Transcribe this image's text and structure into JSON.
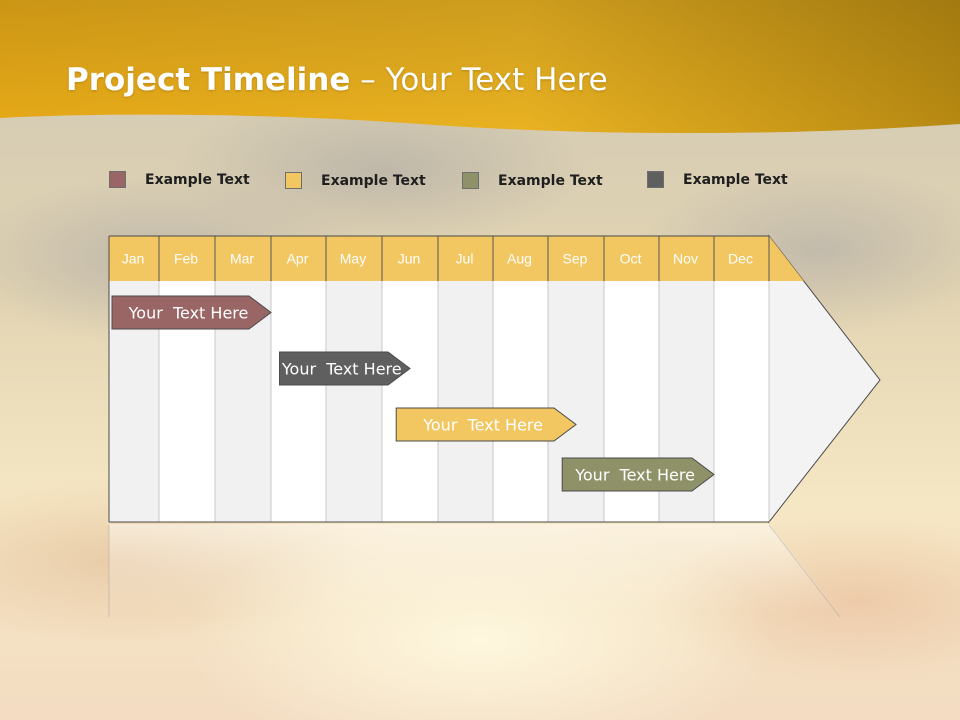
{
  "slide": {
    "title_bold": "Project Timeline",
    "title_rest": " – Your Text Here"
  },
  "legend": [
    {
      "label": "Example Text",
      "color": "#9a6565"
    },
    {
      "label": "Example Text",
      "color": "#f2c761"
    },
    {
      "label": "Example Text",
      "color": "#8f9268"
    },
    {
      "label": "Example Text",
      "color": "#5f5f5f"
    }
  ],
  "timeline": {
    "months": [
      "Jan",
      "Feb",
      "Mar",
      "Apr",
      "May",
      "Jun",
      "Jul",
      "Aug",
      "Sep",
      "Oct",
      "Nov",
      "Dec"
    ],
    "header_color": "#f2c761",
    "tasks": [
      {
        "label": "Your  Text Here",
        "start_month": 1.0,
        "end_month": 4.0,
        "color": "#9a6565"
      },
      {
        "label": "Your  Text Here",
        "start_month": 4.1,
        "end_month": 6.5,
        "color": "#5f5f5f"
      },
      {
        "label": "Your  Text Here",
        "start_month": 6.2,
        "end_month": 9.5,
        "color": "#f2c761"
      },
      {
        "label": "Your  Text Here",
        "start_month": 9.2,
        "end_month": 12.0,
        "color": "#8f9268"
      }
    ]
  }
}
